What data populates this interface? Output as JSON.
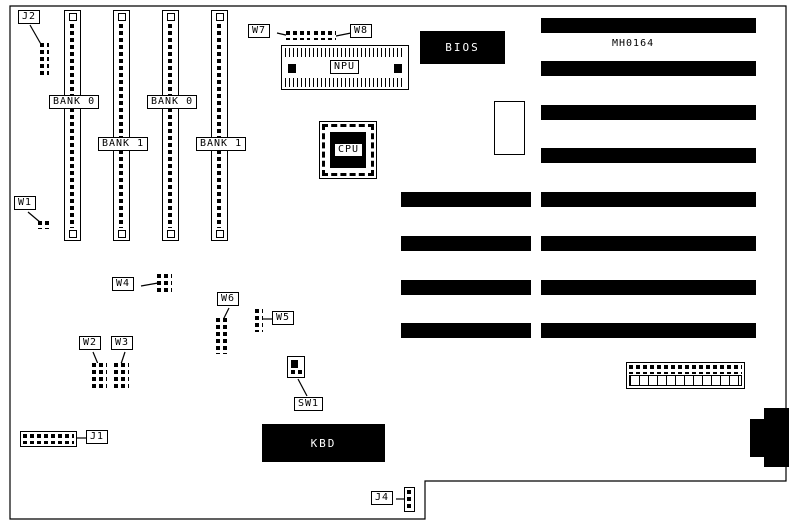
{
  "part_number": "MH0164",
  "memory_banks": [
    "BANK 0",
    "BANK 1",
    "BANK 0",
    "BANK 1"
  ],
  "chips": {
    "npu": "NPU",
    "bios": "BIOS",
    "cpu": "CPU",
    "kbd": "KBD"
  },
  "callouts": {
    "j2": "J2",
    "w7": "W7",
    "w8": "W8",
    "w1": "W1",
    "w4": "W4",
    "w6": "W6",
    "w5": "W5",
    "w2": "W2",
    "w3": "W3",
    "sw1": "SW1",
    "j1": "J1",
    "j4": "J4"
  },
  "colors": {
    "line": "#000000",
    "background": "#ffffff",
    "chip_fill": "#000000",
    "chip_text": "#ffffff"
  }
}
